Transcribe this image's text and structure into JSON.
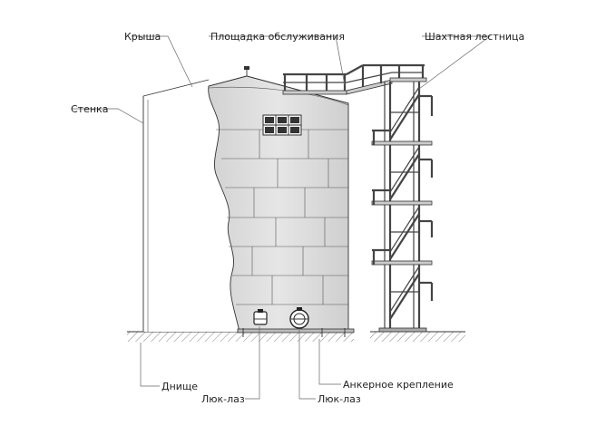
{
  "labels": {
    "roof": "Крыша",
    "platform": "Площадка обслуживания",
    "stair": "Шахтная лестница",
    "wall": "Стенка",
    "bottom": "Днище",
    "hatch_wall": "Люк-лаз",
    "hatch_bottom": "Люк-лаз",
    "anchor": "Анкерное крепление"
  },
  "colors": {
    "tank_fill": "#e3e3e3",
    "tank_fill_dark": "#d0d0d0",
    "line": "#333333",
    "ground": "#666666"
  }
}
